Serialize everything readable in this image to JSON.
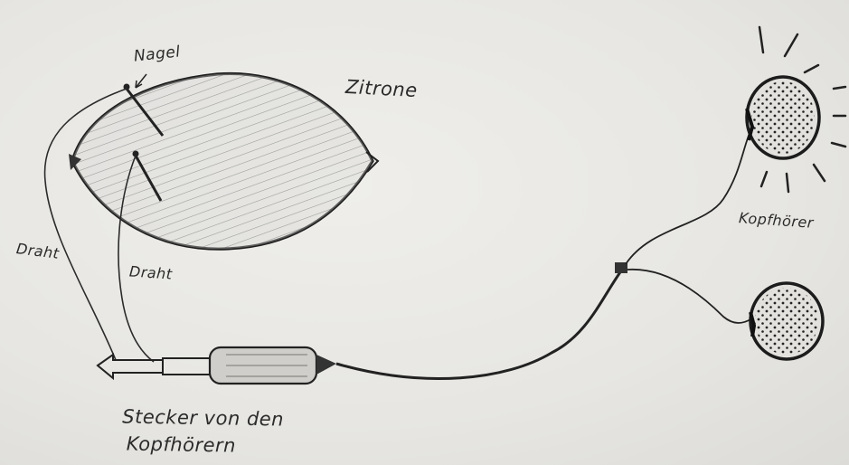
{
  "labels": {
    "nagel": "Nagel",
    "zitrone": "Zitrone",
    "draht_left": "Draht",
    "draht_right": "Draht",
    "kopfhoerer": "Kopfhörer",
    "stecker_line1": "Stecker von den",
    "stecker_line2": "Kopfhörern"
  },
  "colors": {
    "paper": "#e9e8e4",
    "pencil": "#2b2b2b"
  }
}
